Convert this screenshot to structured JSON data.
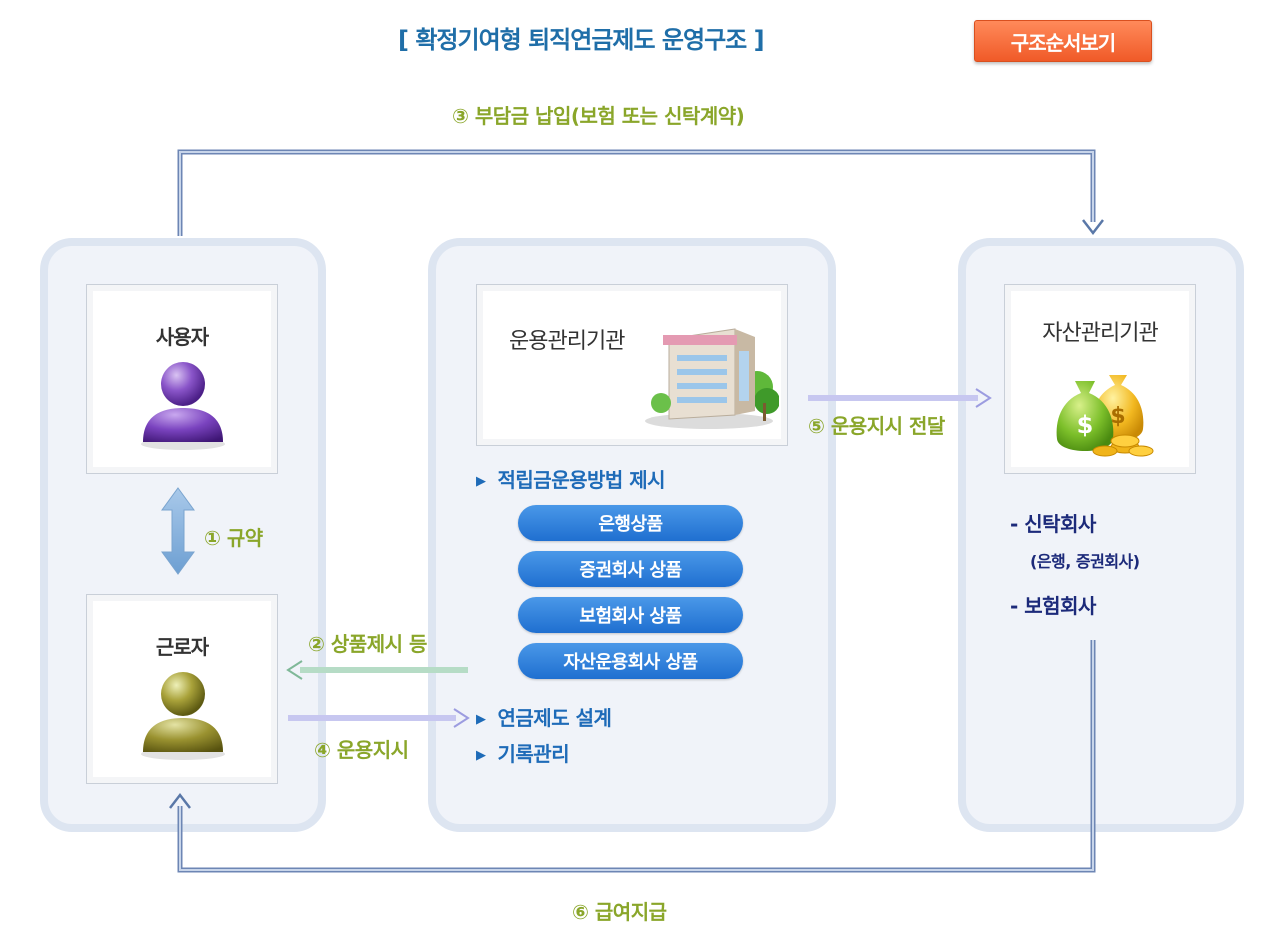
{
  "title": "[ 확정기여형 퇴직연금제도 운영구조 ]",
  "order_button": "구조순서보기",
  "flows": {
    "f1": "① 규약",
    "f2": "② 상품제시 등",
    "f3": "③ 부담금 납입(보험 또는 신탁계약)",
    "f4": "④ 운용지시",
    "f5": "⑤ 운용지시 전달",
    "f6": "⑥ 급여지급"
  },
  "left": {
    "employer": "사용자",
    "worker": "근로자"
  },
  "middle": {
    "title": "운용관리기관",
    "bullets": [
      "적립금운용방법 제시",
      "연금제도 설계",
      "기록관리"
    ],
    "products": [
      "은행상품",
      "증권회사 상품",
      "보험회사 상품",
      "자산운용회사 상품"
    ]
  },
  "right": {
    "title": "자산관리기관",
    "items": [
      "- 신탁회사",
      "(은행, 증권회사)",
      "- 보험회사"
    ]
  },
  "colors": {
    "title": "#1f6ea8",
    "flow_label": "#8aa62a",
    "pill": "#2b7fdc",
    "button": "#f26a35"
  }
}
